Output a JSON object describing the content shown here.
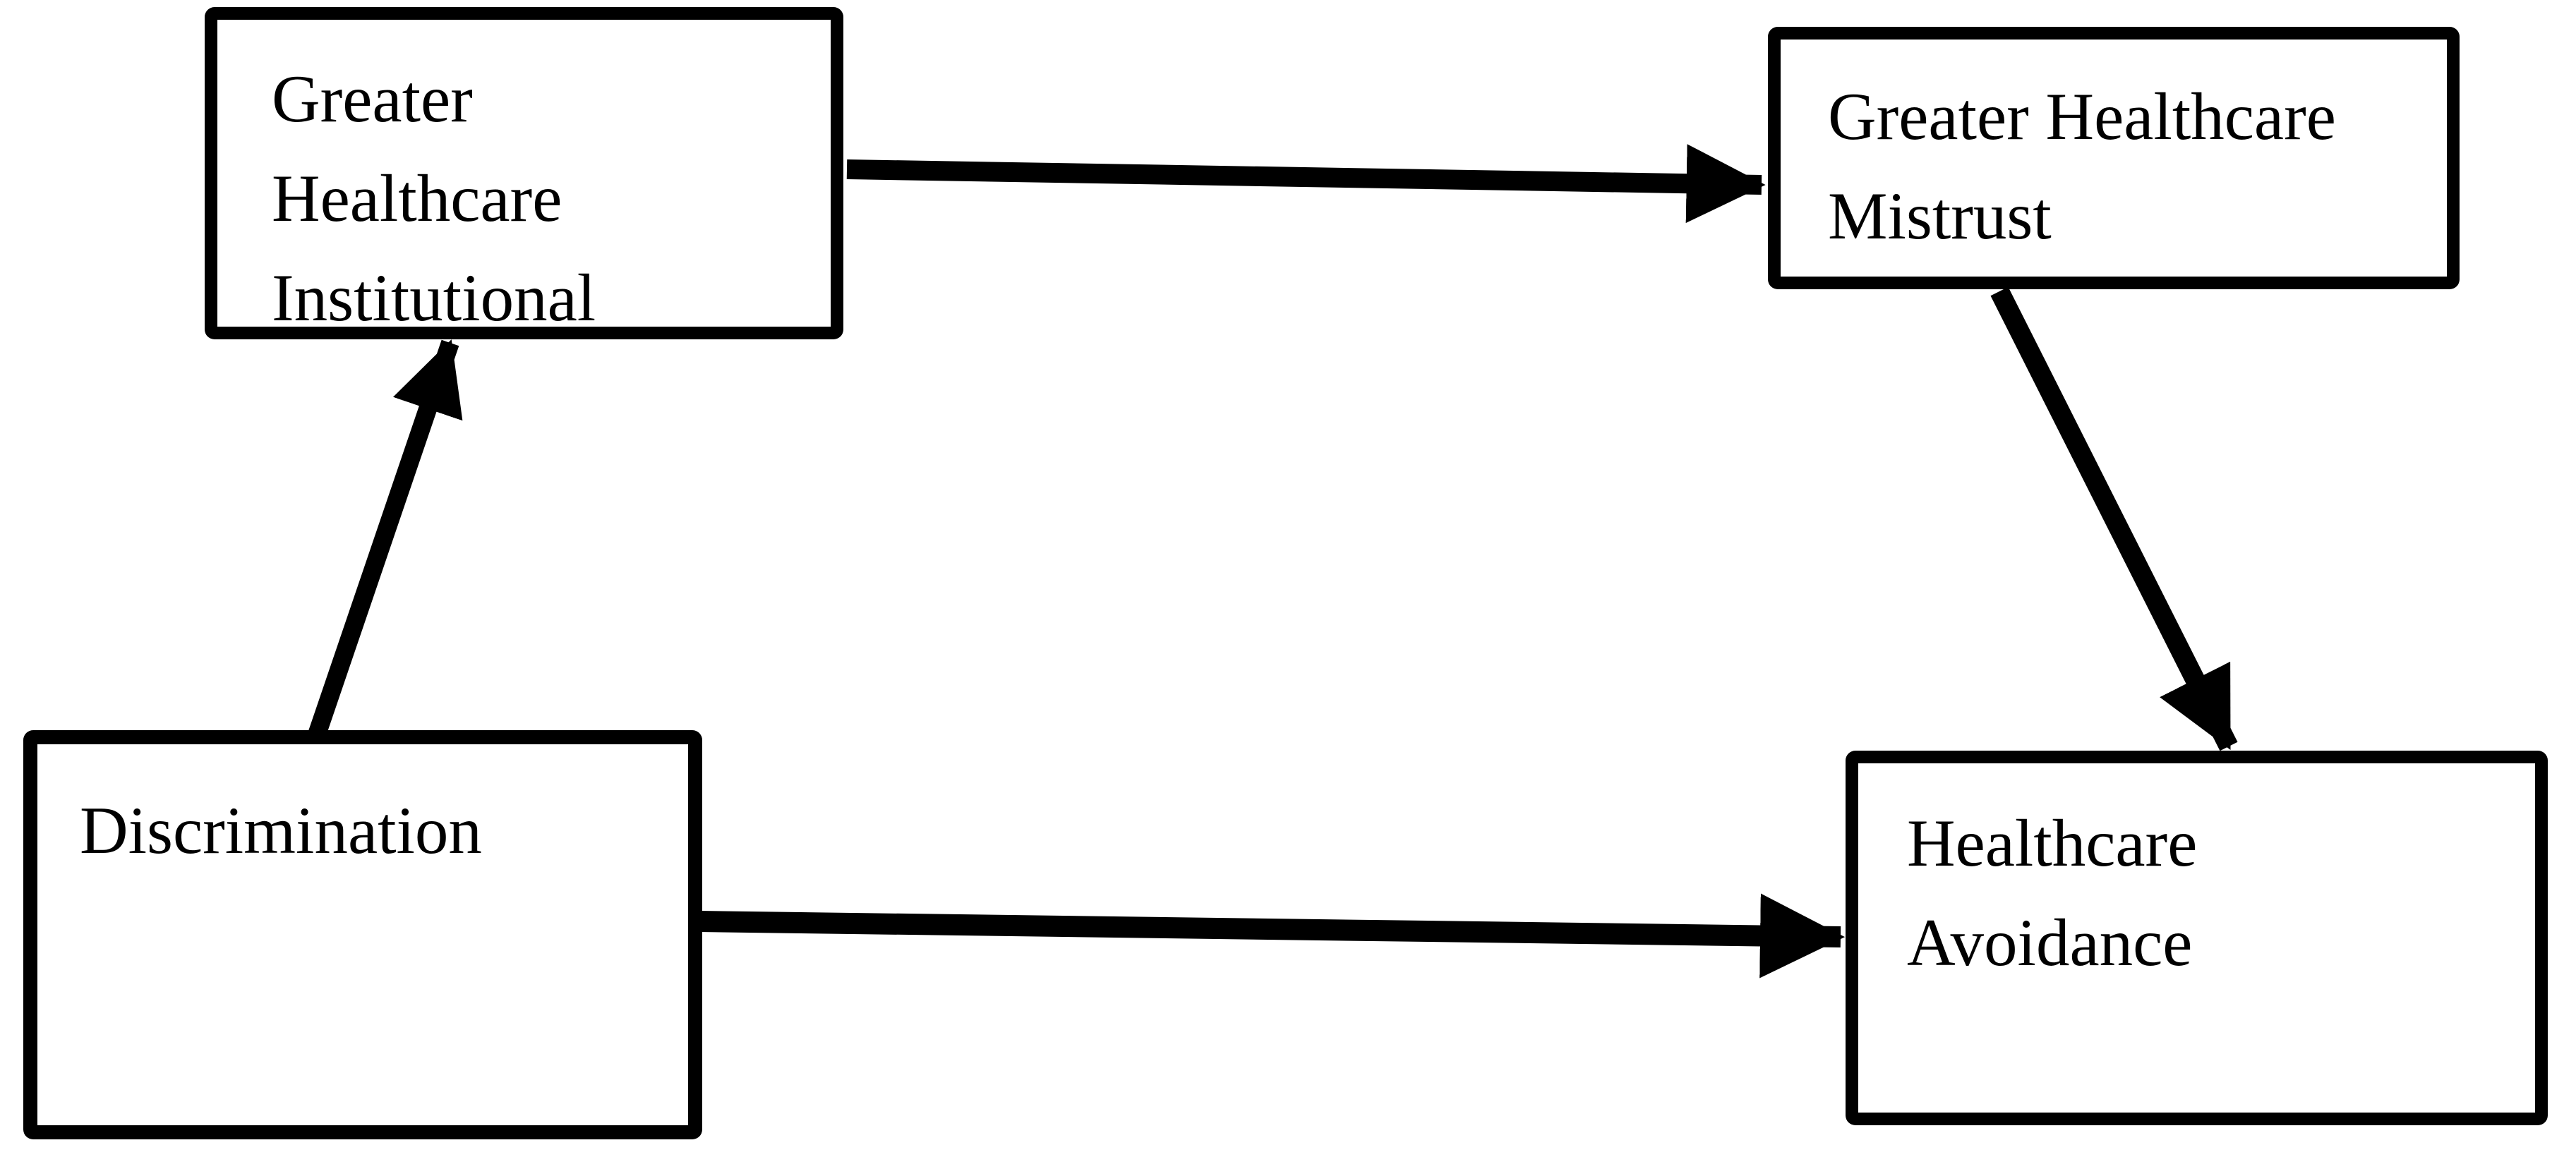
{
  "figure": {
    "kind": "mediation-path-diagram",
    "background_color": "#ffffff",
    "ink_color": "#000000",
    "nodes": {
      "institutional": {
        "role": "mediator",
        "lines": [
          "Greater",
          "Healthcare",
          "Institutional"
        ],
        "note": "third line visually clipped by box bottom border"
      },
      "mistrust": {
        "role": "mediator",
        "line1_words": [
          "Greater",
          "Healthcare"
        ],
        "line2": "Mistrust"
      },
      "discrimination": {
        "role": "predictor",
        "label": "Discrimination"
      },
      "avoidance": {
        "role": "outcome",
        "lines": [
          "Healthcare",
          "Avoidance"
        ]
      }
    },
    "edges": [
      {
        "from": "Discrimination",
        "to": "Greater Healthcare Institutional"
      },
      {
        "from": "Greater Healthcare Institutional",
        "to": "Greater Healthcare Mistrust"
      },
      {
        "from": "Greater Healthcare Mistrust",
        "to": "Healthcare Avoidance"
      },
      {
        "from": "Discrimination",
        "to": "Healthcare Avoidance"
      }
    ]
  }
}
